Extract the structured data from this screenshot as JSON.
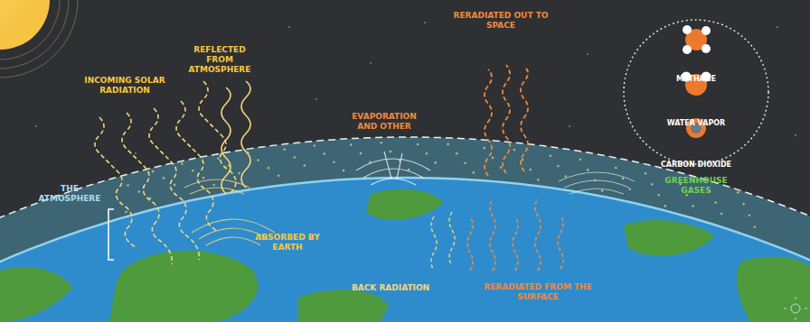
{
  "diagram": {
    "nodes": [
      {
        "text": [
          "METHANE",
          "WATER VAPOR",
          "CARBON DIOXIDE",
          "GREENHOUSE GASES"
        ]
      }
    ],
    "labels": [
      "INCOMING SOLAR RADIATION",
      "REFLECTED FROM ATMOSPHERE",
      "THE ATMOSPHERE",
      "ABSORBED BY EARTH",
      "EVAPORATION AND OTHER",
      "BACK RADIATION",
      "RERADIATED OUT TO SPACE",
      "RERADIATED FROM THE SURFACE"
    ]
  }
}
